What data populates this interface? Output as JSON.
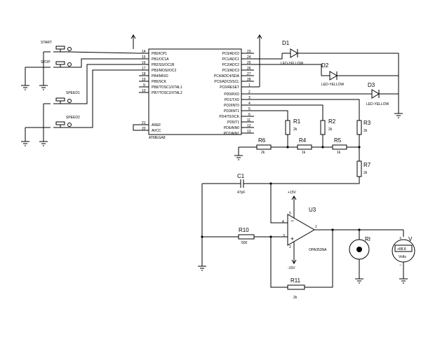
{
  "mcu": {
    "name": "ATMEGA8",
    "left_pins": [
      {
        "num": "14",
        "label": "PB0/ICP1"
      },
      {
        "num": "15",
        "label": "PB1/OC1A"
      },
      {
        "num": "16",
        "label": "PB2/SS/OC1B"
      },
      {
        "num": "17",
        "label": "PB3/MOSI/OC2"
      },
      {
        "num": "18",
        "label": "PB4/MISO"
      },
      {
        "num": "19",
        "label": "PB5/SCK"
      },
      {
        "num": "9",
        "label": "PB6/TOSC1/XTAL1"
      },
      {
        "num": "10",
        "label": "PB7/TOSC2/XTAL2"
      }
    ],
    "left_pins_bottom": [
      {
        "num": "21",
        "label": "AREF"
      },
      {
        "num": "20",
        "label": "AVCC"
      }
    ],
    "right_pins_c": [
      {
        "num": "23",
        "label": "PC0/ADC0"
      },
      {
        "num": "24",
        "label": "PC1/ADC1"
      },
      {
        "num": "25",
        "label": "PC2/ADC2"
      },
      {
        "num": "26",
        "label": "PC3/ADC3"
      },
      {
        "num": "27",
        "label": "PC4/ADC4/SDA"
      },
      {
        "num": "28",
        "label": "PC5/ADC5/SCL"
      },
      {
        "num": "1",
        "label": "PC6/RESET"
      }
    ],
    "right_pins_d": [
      {
        "num": "2",
        "label": "PD0/RXD"
      },
      {
        "num": "3",
        "label": "PD1/TXD"
      },
      {
        "num": "4",
        "label": "PD2/INT0"
      },
      {
        "num": "5",
        "label": "PD3/INT1"
      },
      {
        "num": "6",
        "label": "PD4/T0/XCK"
      },
      {
        "num": "11",
        "label": "PD5/T1"
      },
      {
        "num": "12",
        "label": "PD6/AIN0"
      },
      {
        "num": "13",
        "label": "PD7/AIN1"
      }
    ]
  },
  "switches": {
    "start": "START",
    "stop": "STOP",
    "speed1": "SPEED1",
    "speed2": "SPEED2"
  },
  "leds": {
    "d1": {
      "name": "D1",
      "part": "LED-YELLOW"
    },
    "d2": {
      "name": "D2",
      "part": "LED-YELLOW"
    },
    "d3": {
      "name": "D3",
      "part": "LED-YELLOW"
    }
  },
  "resistors": {
    "r1": {
      "name": "R1",
      "value": "2k"
    },
    "r2": {
      "name": "R2",
      "value": "2k"
    },
    "r3": {
      "name": "R3",
      "value": "2k"
    },
    "r4": {
      "name": "R4",
      "value": "1k"
    },
    "r5": {
      "name": "R5",
      "value": "1k"
    },
    "r6": {
      "name": "R6",
      "value": "2k"
    },
    "r7": {
      "name": "R7",
      "value": "2k"
    },
    "r10": {
      "name": "R10",
      "value": "500"
    },
    "r11": {
      "name": "R11",
      "value": "2k"
    }
  },
  "capacitor": {
    "name": "C1",
    "value": "47pF"
  },
  "opamp": {
    "name": "U3",
    "part": "OPA353NA",
    "vplus": "+15V",
    "vminus": "-15V",
    "pin4": "4",
    "pin5": "5",
    "pin1": "1",
    "pin2": "2",
    "pin3": "3",
    "minus": "−",
    "plus": "+"
  },
  "ammeter": {
    "name": "RI"
  },
  "voltmeter": {
    "name": "V",
    "display": "+88.8",
    "unit": "Volts",
    "plus": "+",
    "minus": "−"
  }
}
